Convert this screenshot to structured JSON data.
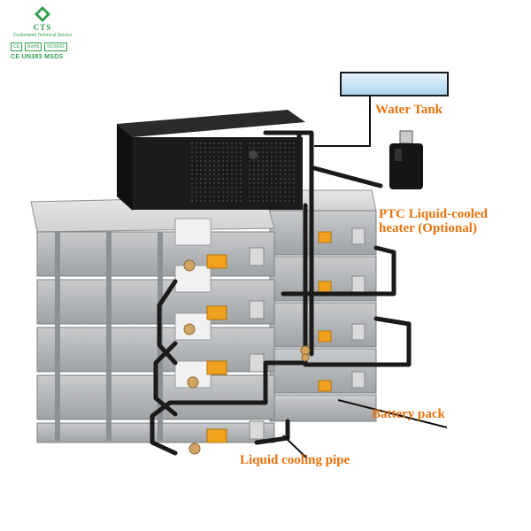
{
  "logo": {
    "brand": "CTS",
    "tagline": "Customized Technical Service",
    "certs": [
      "CE",
      "RoHS",
      "ISO9001"
    ],
    "certs_line2": "CE UN383 MSDS"
  },
  "labels": {
    "water_tank": "Water Tank",
    "ptc_heater_line1": "PTC Liquid-cooled",
    "ptc_heater_line2": "heater (Optional)",
    "battery_pack": "Battery pack",
    "cooling_pipe": "Liquid cooling pipe"
  },
  "colors": {
    "callout": "#e8720c",
    "logo_green": "#2e9e4d",
    "battery_grey": "#b4b6b8",
    "chiller_black": "#1b1b1d",
    "connector_orange": "#f0a21e",
    "tank_blue": "#cfe6f5"
  }
}
